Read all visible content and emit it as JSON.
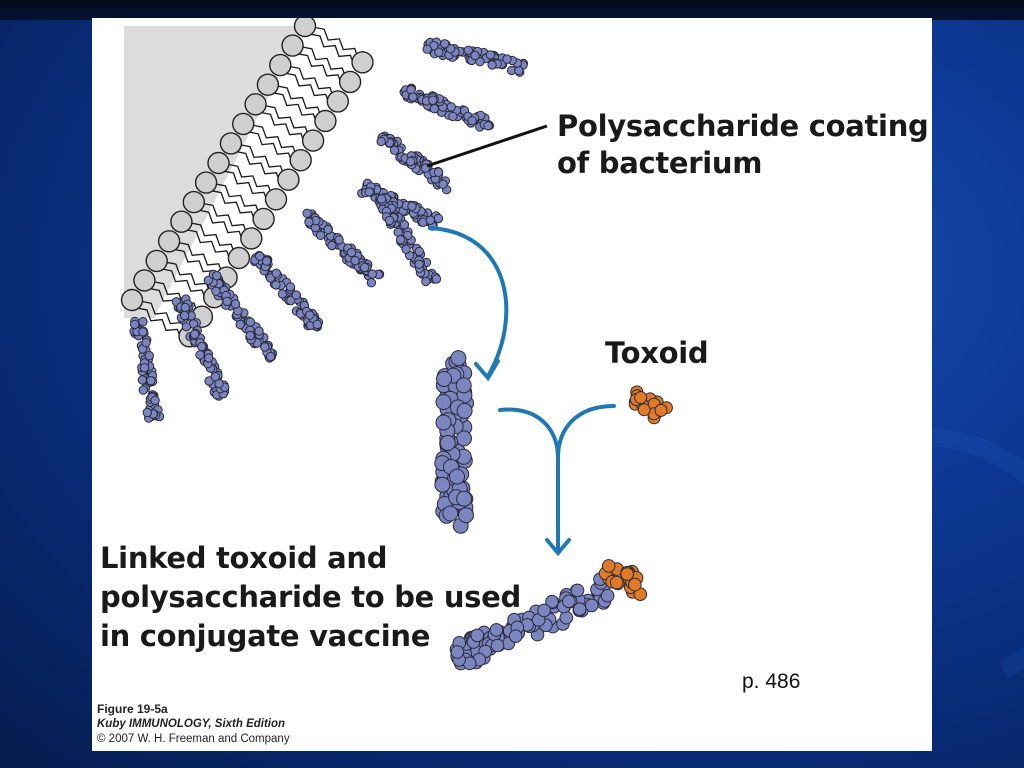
{
  "labels": {
    "polysaccharide": "Polysaccharide coating\nof bacterium",
    "toxoid": "Toxoid",
    "linked": "Linked toxoid and\npolysaccharide to be used\nin conjugate vaccine"
  },
  "page_ref": "p. 486",
  "caption": {
    "figure": "Figure 19-5a",
    "book": "Kuby IMMUNOLOGY, Sixth Edition",
    "copyright": "© 2007 W. H. Freeman and Company"
  },
  "colors": {
    "polysaccharide_bead": "#7b86c0",
    "toxoid_bead": "#e07a26",
    "arrow": "#1f78b4",
    "lipid_head": "#cfcfcf",
    "membrane_shadow": "#dcdcdc"
  }
}
